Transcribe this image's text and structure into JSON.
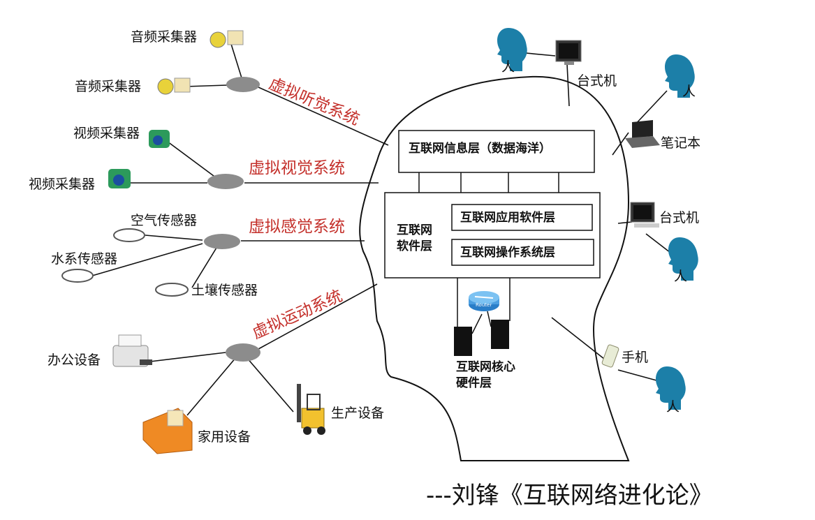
{
  "layers": {
    "info": "互联网信息层（数据海洋）",
    "software_title_line1": "互联网",
    "software_title_line2": "软件层",
    "app": "互联网应用软件层",
    "os": "互联网操作系统层",
    "hardware_line1": "互联网核心",
    "hardware_line2": "硬件层"
  },
  "systems": {
    "auditory": "虚拟听觉系统",
    "visual": "虚拟视觉系统",
    "sensory": "虚拟感觉系统",
    "motor": "虚拟运动系统"
  },
  "devices": {
    "audio1": "音频采集器",
    "audio2": "音频采集器",
    "video1": "视频采集器",
    "video2": "视频采集器",
    "air": "空气传感器",
    "water": "水系传感器",
    "soil": "土壤传感器",
    "office": "办公设备",
    "home": "家用设备",
    "production": "生产设备"
  },
  "terminals": {
    "desktop1": "台式机",
    "laptop": "笔记本",
    "desktop2": "台式机",
    "phone": "手机",
    "person": "人"
  },
  "router_label": "Router",
  "caption": "---刘锋《互联网络进化论》",
  "colors": {
    "system_text": "#c4302b",
    "hub": "#8c8c8c",
    "person": "#1c7fa8"
  }
}
